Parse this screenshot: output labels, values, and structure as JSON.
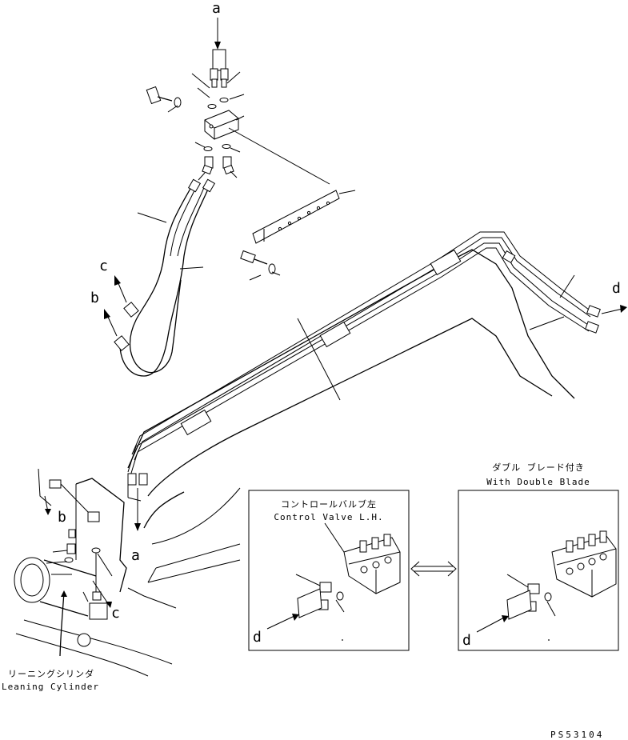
{
  "labels": {
    "a_top": "a",
    "a_bottom": "a",
    "b_left_upper": "b",
    "b_left_lower": "b",
    "c_left_upper": "c",
    "c_left_lower": "c",
    "d_right": "d",
    "d_inset_1": "d",
    "d_inset_2": "d"
  },
  "inset_control_valve": {
    "title_jp": "コントロールバルブ左",
    "title_en": "Control Valve L.H."
  },
  "inset_double_blade": {
    "title_jp": "ダブル ブレード付き",
    "title_en": "With Double Blade"
  },
  "leaning_cylinder": {
    "title_jp": "リーニングシリンダ",
    "title_en": "Leaning Cylinder"
  },
  "drawing_code": "PS53104"
}
